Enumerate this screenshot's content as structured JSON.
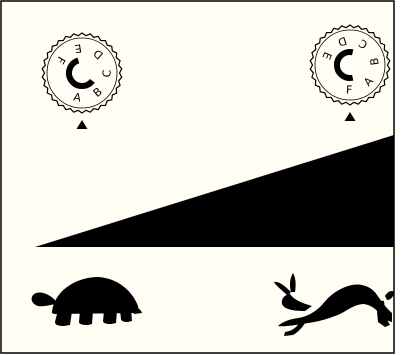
{
  "diagram": {
    "background_color": "#fffdf4",
    "ink_color": "#000000",
    "dials": [
      {
        "name": "left-dial",
        "letters": [
          "A",
          "B",
          "C",
          "D",
          "E",
          "F"
        ],
        "selected_letter": "A"
      },
      {
        "name": "right-dial",
        "letters": [
          "F",
          "A",
          "B",
          "C",
          "D",
          "E"
        ],
        "selected_letter": "F"
      }
    ],
    "indicator_icon": "triangle-up-icon",
    "speed_ramp_icon": "ramp-wedge-icon",
    "slow_icon": "tortoise-icon",
    "fast_icon": "hare-icon"
  }
}
